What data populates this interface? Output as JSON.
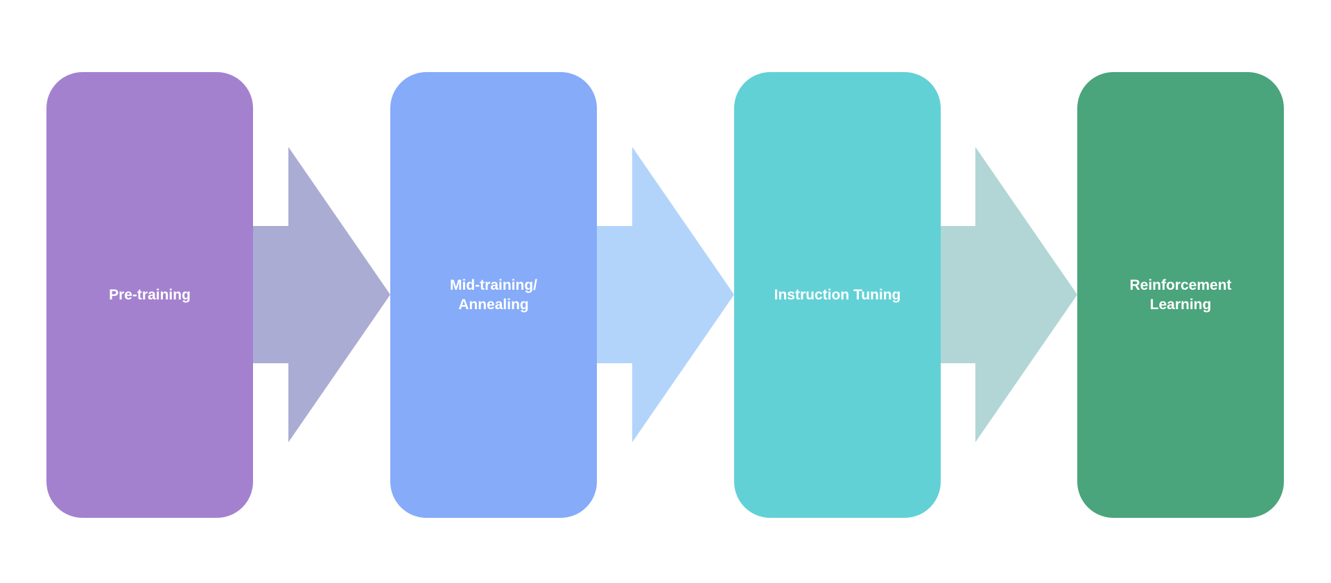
{
  "stages": [
    {
      "label": "Pre-training",
      "color": "#a381cf"
    },
    {
      "label": "Mid-training/\nAnnealing",
      "color": "#85abf9"
    },
    {
      "label": "Instruction Tuning",
      "color": "#62d1d6"
    },
    {
      "label": "Reinforcement\nLearning",
      "color": "#4aa47c"
    }
  ],
  "arrows": [
    {
      "color": "#aaacd3"
    },
    {
      "color": "#b2d4fb"
    },
    {
      "color": "#b2d6d6"
    }
  ]
}
